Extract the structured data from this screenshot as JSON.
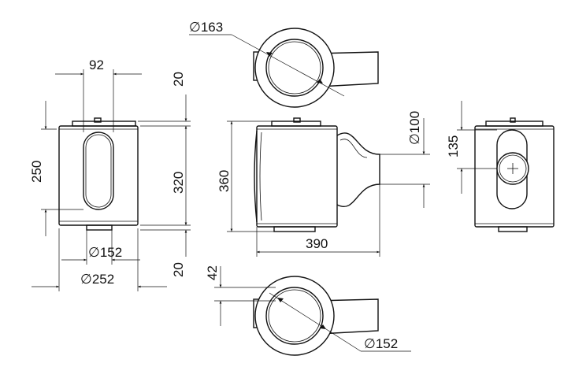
{
  "dimensions": {
    "width_top": "92",
    "height_250": "250",
    "top_20": "20",
    "height_320": "320",
    "bottom_20": "20",
    "dia_152_left": "152",
    "dia_252": "252",
    "dia_163": "163",
    "height_360": "360",
    "width_390": "390",
    "dia_100": "100",
    "height_135": "135",
    "offset_42": "42",
    "dia_152_bottom": "152"
  },
  "symbols": {
    "diameter": "∅"
  }
}
